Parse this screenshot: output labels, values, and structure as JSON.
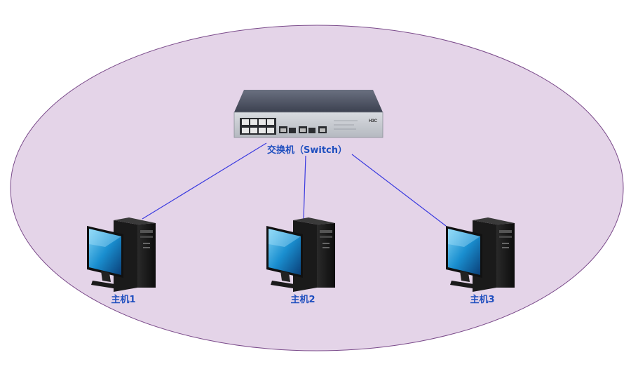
{
  "colors": {
    "ellipse_fill": "#e4d4e8",
    "ellipse_stroke": "#7a4a8a",
    "link": "#3a3adf",
    "label": "#1f4fbf"
  },
  "switch": {
    "label": "交换机（Switch）",
    "brand": "H3C",
    "icon": "network-switch-icon"
  },
  "hosts": [
    {
      "label": "主机1",
      "icon": "desktop-computer-icon"
    },
    {
      "label": "主机2",
      "icon": "desktop-computer-icon"
    },
    {
      "label": "主机3",
      "icon": "desktop-computer-icon"
    }
  ]
}
